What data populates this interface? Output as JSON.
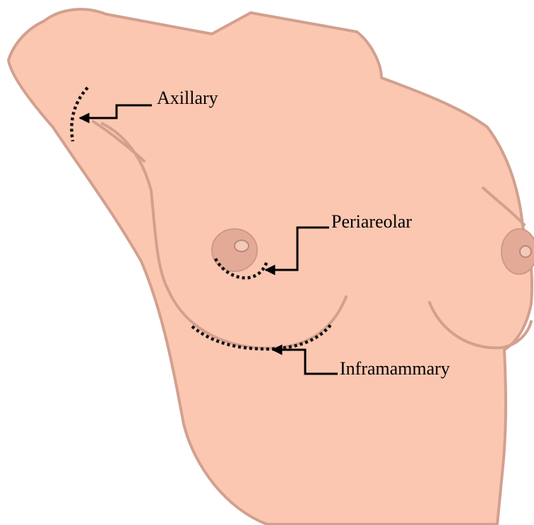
{
  "colors": {
    "skin_fill": "#fbc7b1",
    "skin_outline": "#d2a08f",
    "nipple": "#e3ab97",
    "incision": "#111111",
    "leader": "#000000"
  },
  "labels": {
    "axillary": "Axillary",
    "periareolar": "Periareolar",
    "inframammary": "Inframammary"
  }
}
